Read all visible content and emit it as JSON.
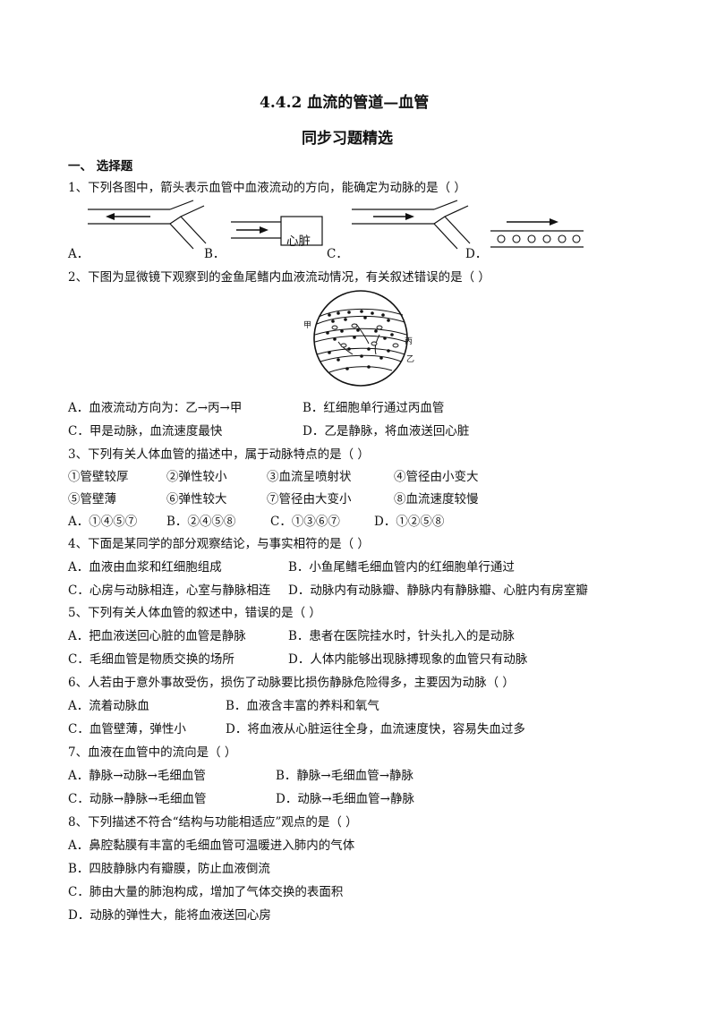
{
  "title": "4.4.2 血流的管道—血管",
  "subtitle": "同步习题精选",
  "section": "一、 选择题",
  "q1": {
    "stem": "1、下列各图中，箭头表示血管中血液流动的方向，能确定为动脉的是（        ）",
    "labels": [
      "A．",
      "B．",
      "C．",
      "D．"
    ],
    "heart_label": "心脏"
  },
  "q2": {
    "stem": "2、下图为显微镜下观察到的金鱼尾鳍内血液流动情况，有关叙述错误的是（        ）",
    "fig_labels": [
      "甲",
      "丙",
      "乙"
    ],
    "opt_a": "A．血液流动方向为：乙→丙→甲",
    "opt_b": "B．红细胞单行通过丙血管",
    "opt_c": "C．甲是动脉，血流速度最快",
    "opt_d": "D．乙是静脉，将血液送回心脏"
  },
  "q3": {
    "stem": "3、下列有关人体血管的描述中，属于动脉特点的是（        ）",
    "items": [
      "①管壁较厚",
      "②弹性较小",
      "③血流呈喷射状",
      "④管径由小变大",
      "⑤管壁薄",
      "⑥弹性较大",
      "⑦管径由大变小",
      "⑧血流速度较慢"
    ],
    "opts": [
      "A．①④⑤⑦",
      "B．②④⑤⑧",
      "C．①③⑥⑦",
      "D．①②⑤⑧"
    ]
  },
  "q4": {
    "stem": "4、下面是某同学的部分观察结论，与事实相符的是（        ）",
    "opt_a": "A．血液由血浆和红细胞组成",
    "opt_b": "B．小鱼尾鳍毛细血管内的红细胞单行通过",
    "opt_c": "C．心房与动脉相连，心室与静脉相连",
    "opt_d": "D．动脉内有动脉瓣、静脉内有静脉瓣、心脏内有房室瓣"
  },
  "q5": {
    "stem": "5、下列有关人体血管的叙述中，错误的是（        ）",
    "opt_a": "A．把血液送回心脏的血管是静脉",
    "opt_b": "B．患者在医院挂水时，针头扎入的是动脉",
    "opt_c": "C．毛细血管是物质交换的场所",
    "opt_d": "D．人体内能够出现脉搏现象的血管只有动脉"
  },
  "q6": {
    "stem": "6、人若由于意外事故受伤，损伤了动脉要比损伤静脉危险得多，主要因为动脉（        ）",
    "opt_a": "A．流着动脉血",
    "opt_b": "B．血液含丰富的养料和氧气",
    "opt_c": "C．血管壁薄，弹性小",
    "opt_d": "D．将血液从心脏运往全身，血流速度快，容易失血过多"
  },
  "q7": {
    "stem": "7、血液在血管中的流向是（        ）",
    "opt_a": "A．静脉→动脉→毛细血管",
    "opt_b": "B．静脉→毛细血管→静脉",
    "opt_c": "C．动脉→静脉→毛细血管",
    "opt_d": "D．动脉→毛细血管→静脉"
  },
  "q8": {
    "stem": "8、下列描述不符合“结构与功能相适应”观点的是（        ）",
    "opt_a": "A．鼻腔黏膜有丰富的毛细血管可温暖进入肺内的气体",
    "opt_b": "B．四肢静脉内有瓣膜，防止血液倒流",
    "opt_c": "C．肺由大量的肺泡构成，增加了气体交换的表面积",
    "opt_d": "D．动脉的弹性大，能将血液送回心房"
  }
}
